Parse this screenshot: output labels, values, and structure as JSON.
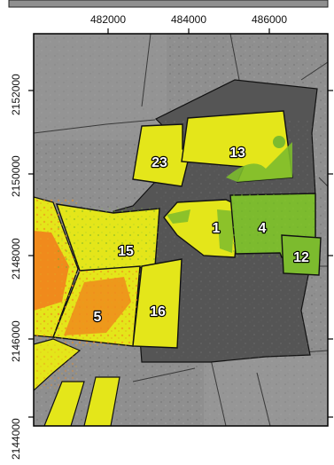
{
  "x_axis": {
    "tick_labels": [
      "482000",
      "484000",
      "486000"
    ]
  },
  "y_axis": {
    "tick_labels": [
      "2152000",
      "2150000",
      "2148000",
      "2146000",
      "2144000"
    ]
  },
  "zones": [
    {
      "id": "zone-23",
      "label": "23",
      "class": "yellow"
    },
    {
      "id": "zone-13",
      "label": "13",
      "class": "yellow"
    },
    {
      "id": "zone-1",
      "label": "1",
      "class": "yellow"
    },
    {
      "id": "zone-4",
      "label": "4",
      "class": "green"
    },
    {
      "id": "zone-12",
      "label": "12",
      "class": "green"
    },
    {
      "id": "zone-15",
      "label": "15",
      "class": "yellow"
    },
    {
      "id": "zone-16",
      "label": "16",
      "class": "yellow"
    },
    {
      "id": "zone-5",
      "label": "5",
      "class": "yellow-orange"
    }
  ],
  "colors": {
    "satellite_gray": "#8f8f8f",
    "dark_built_area": "#555555",
    "yellow_zone": "#e4e61a",
    "green_zone": "#7cbb2e",
    "orange_zone": "#f08a1c",
    "boundary": "#111111"
  }
}
